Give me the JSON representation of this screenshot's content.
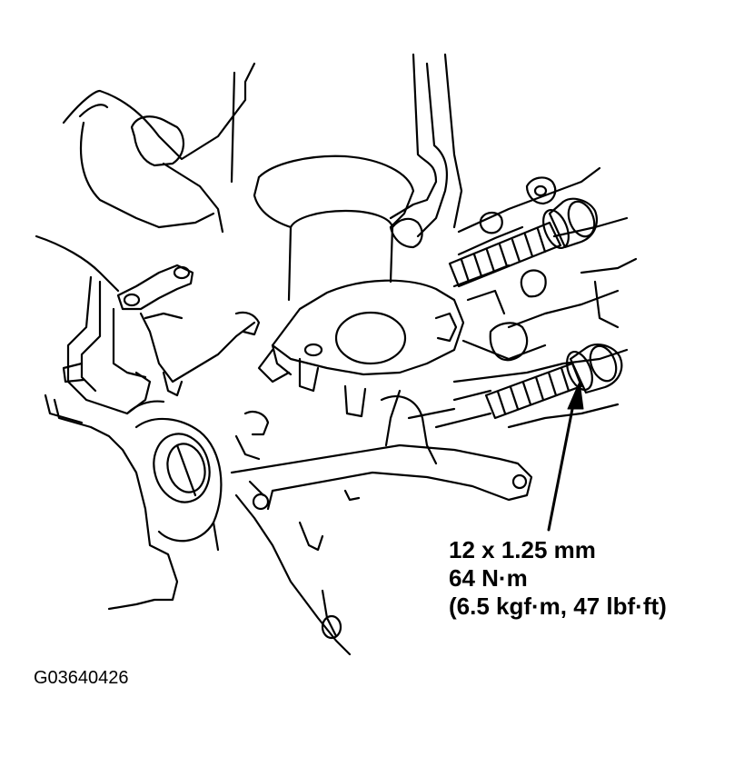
{
  "callout": {
    "size": "12 x 1.25 mm",
    "torque_nm": "64 N·m",
    "torque_alt": "(6.5 kgf·m, 47 lbf·ft)"
  },
  "figure_id": "G03640426",
  "colors": {
    "line": "#000000",
    "background": "#ffffff"
  }
}
